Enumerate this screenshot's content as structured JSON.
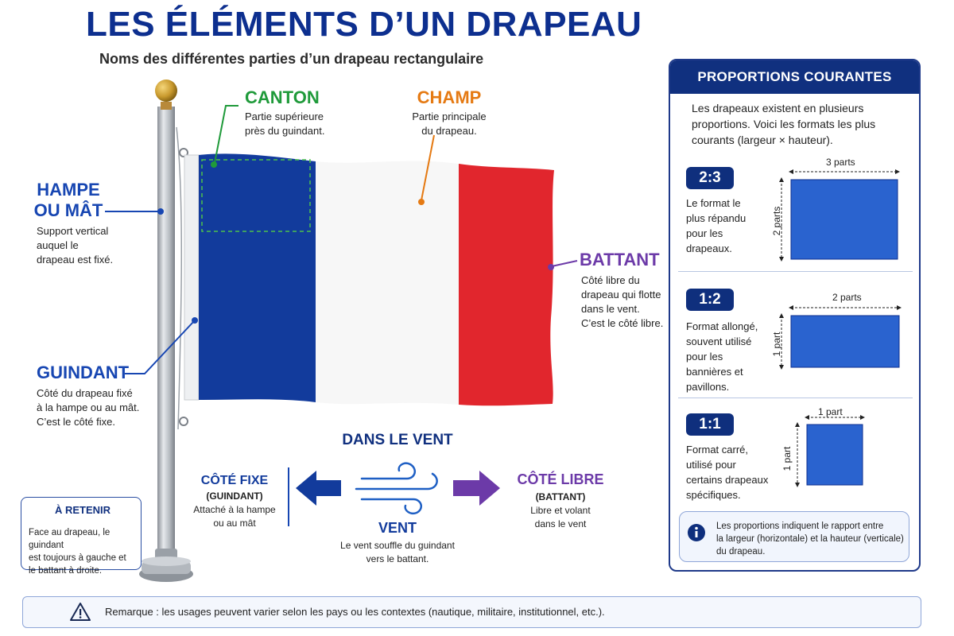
{
  "title": "LES ÉLÉMENTS D’UN DRAPEAU",
  "subtitle": "Noms des différentes parties d’un drapeau rectangulaire",
  "labels": {
    "hampe": {
      "title_1": "HAMPE",
      "title_2": "OU MÂT",
      "text": [
        "Support vertical",
        "auquel le",
        "drapeau est fixé."
      ]
    },
    "canton": {
      "title": "CANTON",
      "text": [
        "Partie supérieure",
        "près du guindant."
      ]
    },
    "champ": {
      "title": "CHAMP",
      "text": [
        "Partie principale",
        "du drapeau."
      ]
    },
    "battant": {
      "title": "BATTANT",
      "text": [
        "Côté libre du",
        "drapeau qui flotte",
        "dans le vent.",
        "C’est le côté libre."
      ]
    },
    "guindant": {
      "title": "GUINDANT",
      "text": [
        "Côté du drapeau fixé",
        "à la hampe ou au mât.",
        "C’est le côté fixe."
      ]
    }
  },
  "wind": {
    "title": "DANS LE VENT",
    "left": {
      "title": "CÔTÉ FIXE",
      "sub": "(GUINDANT)",
      "text": [
        "Attaché à la hampe",
        "ou au mât"
      ]
    },
    "center": {
      "title": "VENT",
      "text": [
        "Le vent souffle du guindant",
        "vers le battant."
      ]
    },
    "right": {
      "title": "CÔTÉ LIBRE",
      "sub": "(BATTANT)",
      "text": [
        "Libre et volant",
        "dans le vent"
      ]
    }
  },
  "retenir": {
    "title": "À RETENIR",
    "text": [
      "Face au drapeau, le guindant",
      "est toujours à gauche et",
      "le battant à droite."
    ]
  },
  "panel": {
    "title": "PROPORTIONS COURANTES",
    "intro": [
      "Les drapeaux existent en plusieurs",
      "proportions. Voici les formats les plus",
      "courants (largeur × hauteur)."
    ],
    "formats": [
      {
        "ratio": "2:3",
        "desc": [
          "Le format le",
          "plus répandu",
          "pour les",
          "drapeaux."
        ],
        "width_label": "3 parts",
        "height_label": "2 parts"
      },
      {
        "ratio": "1:2",
        "desc": [
          "Format allongé,",
          "souvent utilisé",
          "pour les",
          "bannières et",
          "pavillons."
        ],
        "width_label": "2 parts",
        "height_label": "1 part"
      },
      {
        "ratio": "1:1",
        "desc": [
          "Format carré,",
          "utilisé pour",
          "certains drapeaux",
          "spécifiques."
        ],
        "width_label": "1 part",
        "height_label": "1 part"
      }
    ],
    "info": [
      "Les proportions indiquent le rapport entre",
      "la largeur (horizontale) et la hauteur (verticale)",
      "du drapeau."
    ]
  },
  "remark": "Remarque : les usages peuvent varier selon les pays ou les contextes (nautique, militaire, institutionnel, etc.).",
  "colors": {
    "flag_blue": "#123b9c",
    "flag_white": "#f7f7f7",
    "flag_red": "#e1262d",
    "heading_blue": "#0d2f8f",
    "green": "#1f9a3a",
    "orange": "#e57a13",
    "purple": "#6c3aa8",
    "panel_rect": "#2a63cf"
  }
}
